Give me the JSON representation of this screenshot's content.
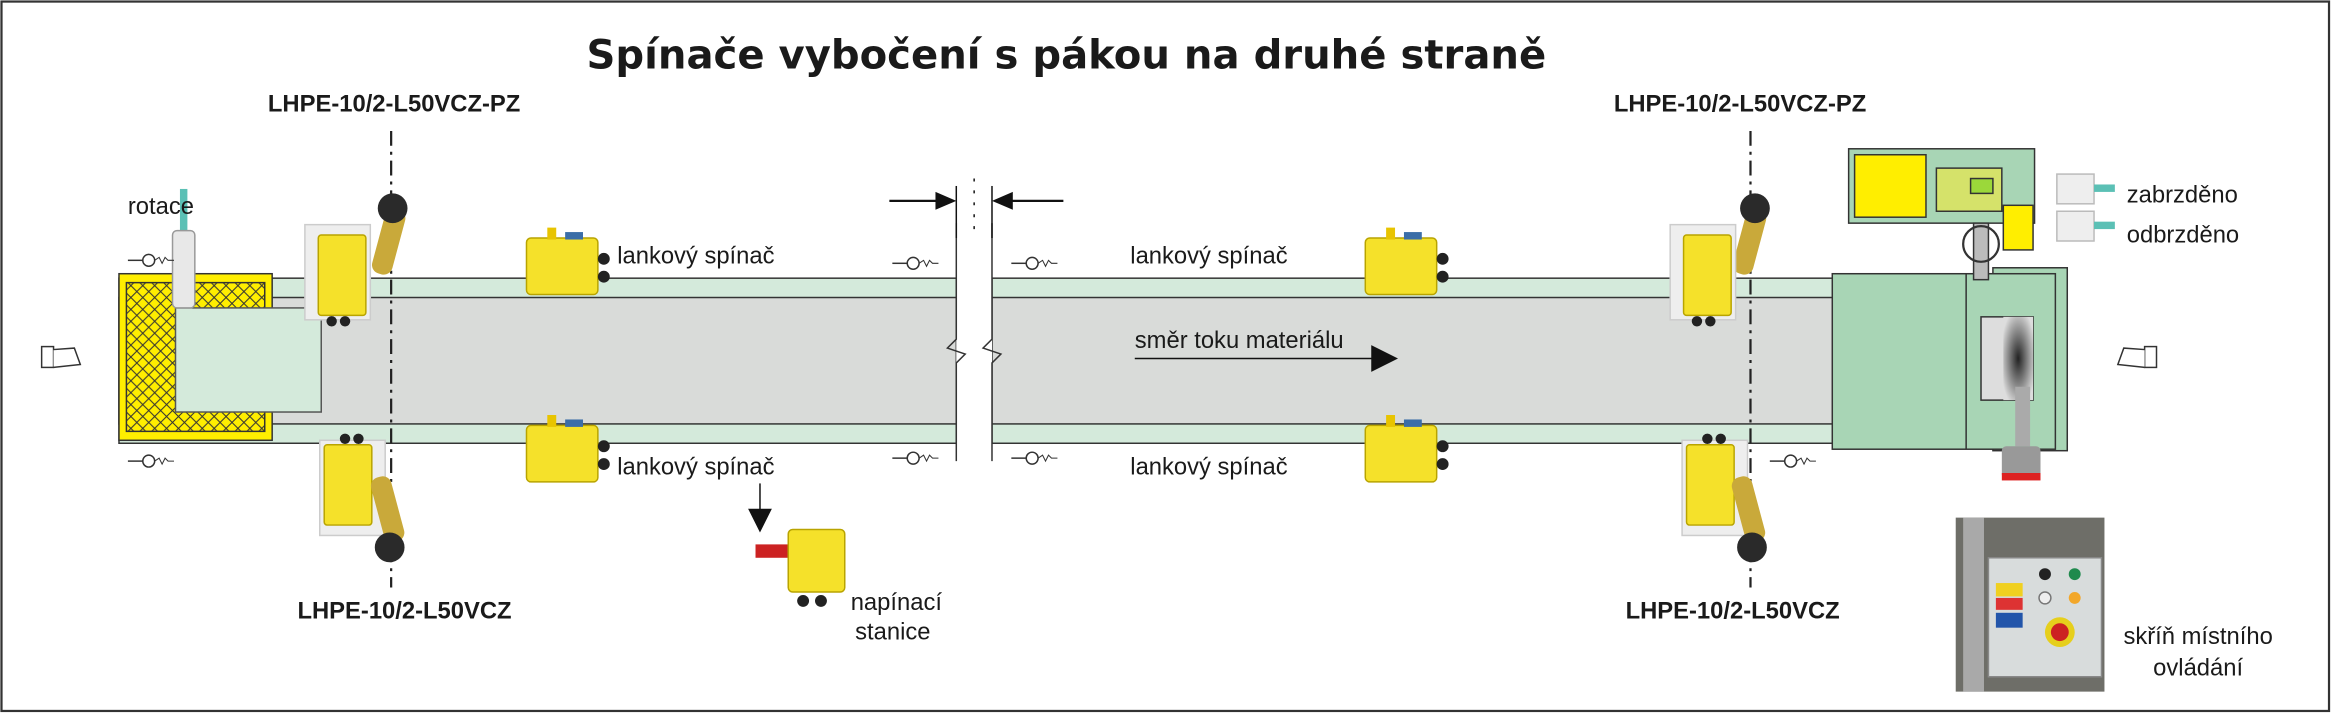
{
  "title": "Spínače vybočení s pákou na druhé straně",
  "models": {
    "top_left": "LHPE-10/2-L50VCZ-PZ",
    "top_right": "LHPE-10/2-L50VCZ-PZ",
    "bottom_left": "LHPE-10/2-L50VCZ",
    "bottom_right": "LHPE-10/2-L50VCZ"
  },
  "labels": {
    "rotation": "rotace",
    "pull_switch_tl": "lankový spínač",
    "pull_switch_bl": "lankový spínač",
    "pull_switch_tr": "lankový spínač",
    "pull_switch_br": "lankový spínač",
    "flow_direction": "směr toku materiálu",
    "braked": "zabrzděno",
    "released": "odbrzděno",
    "tension_station_1": "napínací",
    "tension_station_2": "stanice",
    "local_control_1": "skříň místního",
    "local_control_2": "ovládání"
  },
  "colors": {
    "belt": "#d9dbd9",
    "frame_green": "#d4eadb",
    "head_green": "#a8d5b5",
    "switch_yellow": "#f5e12a",
    "guard_yellow": "#ffee00"
  }
}
